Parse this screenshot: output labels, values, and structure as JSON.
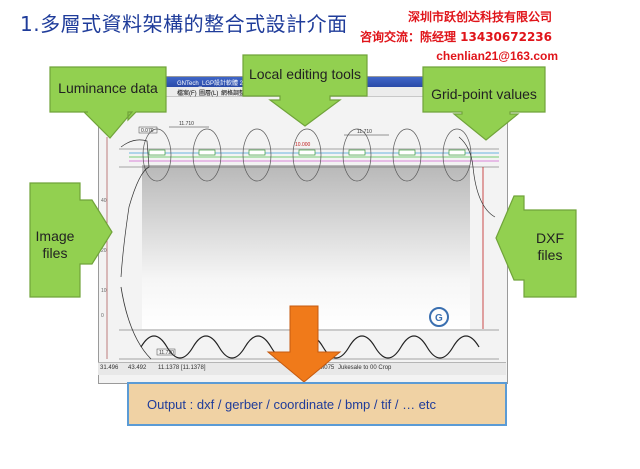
{
  "title": "1.多層式資料架構的整合式設計介面",
  "company": {
    "name": "深圳市跃创达科技有限公司",
    "contact": "咨询交流：陈经理  13430672236",
    "email": "chenlian21@163.com"
  },
  "callouts": {
    "luminance": "Luminance data",
    "local_editing": "Local editing tools",
    "grid_point": "Grid-point values",
    "image_files": "Image files",
    "dxf_files": "DXF files"
  },
  "output": "Output : dxf / gerber / coordinate / bmp / tif / … etc",
  "screen": {
    "window_title": "GNTech_LGP設計軟體 2013",
    "menu": [
      "檔案(F)",
      "圖層(L)",
      "網格調整(G)"
    ],
    "dim_top_left": "0.070",
    "dim_top_center": "11.710",
    "dim_top_right": "11.710",
    "dim_top_mid": "10.000",
    "dim_bottom": "11.720",
    "status": [
      "31.496",
      "43.492",
      "11.1378 [11.1378]",
      "10.5113 [3] M075",
      "Jukesale to 00 Crop"
    ]
  },
  "colors": {
    "callout_green": "#92d050",
    "callout_border": "#70a33a",
    "title_blue": "#1f3c9a",
    "company_red": "#e0141a",
    "arrow_orange": "#f07a1a",
    "output_fill": "#f0d2a4",
    "output_border": "#5b9bd5"
  }
}
